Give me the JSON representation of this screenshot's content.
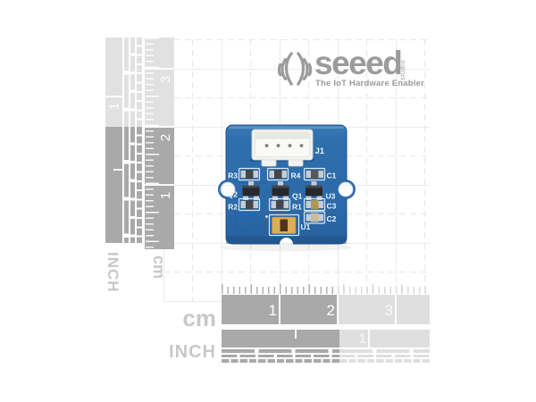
{
  "logo": {
    "brand": "seeed",
    "studio": "studio",
    "tagline": "The IoT Hardware Enabler",
    "color": "#9b9b9b"
  },
  "board": {
    "connector_ref": "J1",
    "pcb_color": "#2e6fae",
    "components": [
      {
        "ref": "R3"
      },
      {
        "ref": "R4"
      },
      {
        "ref": "C1"
      },
      {
        "ref": "Q2"
      },
      {
        "ref": "Q1"
      },
      {
        "ref": "U3"
      },
      {
        "ref": "R2"
      },
      {
        "ref": "R1"
      },
      {
        "ref": "C3"
      },
      {
        "ref": "C2"
      },
      {
        "ref": "U1"
      }
    ]
  },
  "rulers": {
    "colors": {
      "dark": "#a9a9a9",
      "light": "#dfdfdf",
      "label": "#c8c8c8",
      "number": "#ffffff"
    },
    "left_inch": {
      "label": "INCH",
      "n1": "1"
    },
    "left_cm": {
      "label": "cm",
      "n1": "1",
      "n2": "2",
      "n3": "3"
    },
    "bottom_cm": {
      "label": "cm",
      "n1": "1",
      "n2": "2",
      "n3": "3"
    },
    "bottom_inch": {
      "label": "INCH",
      "n1": "1"
    }
  }
}
